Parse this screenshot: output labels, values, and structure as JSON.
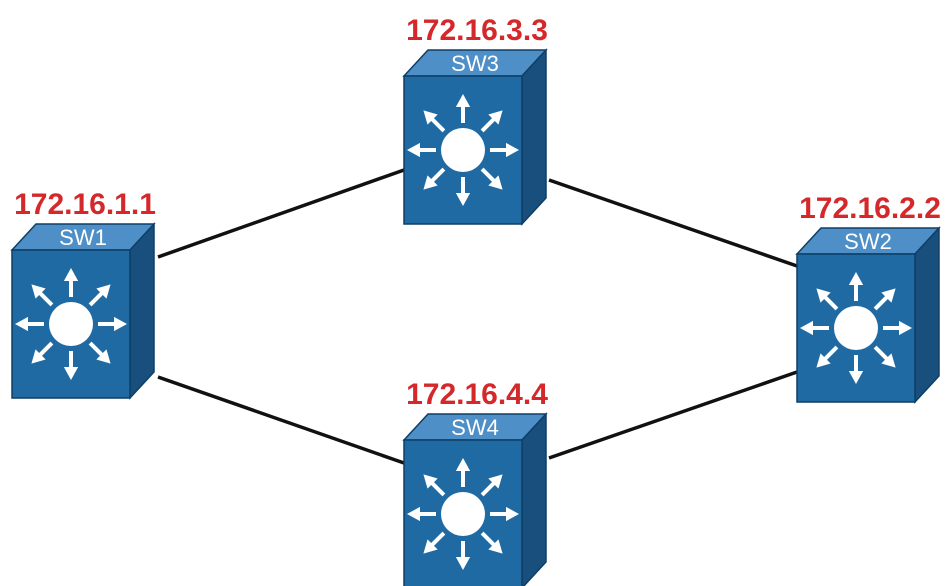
{
  "colors": {
    "ip_label": "#d4282a",
    "switch_front": "#1f6aa3",
    "switch_top": "#4d8fc6",
    "switch_side": "#184f7d",
    "switch_outline": "#0e3f66",
    "link": "#111111",
    "glyph": "#ffffff"
  },
  "icons": {
    "switch": "layer3-switch-icon"
  },
  "switches": [
    {
      "id": "sw1",
      "name": "SW1",
      "ip": "172.16.1.1"
    },
    {
      "id": "sw2",
      "name": "SW2",
      "ip": "172.16.2.2"
    },
    {
      "id": "sw3",
      "name": "SW3",
      "ip": "172.16.3.3"
    },
    {
      "id": "sw4",
      "name": "SW4",
      "ip": "172.16.4.4"
    }
  ],
  "links": [
    {
      "from": "sw1",
      "to": "sw3"
    },
    {
      "from": "sw3",
      "to": "sw2"
    },
    {
      "from": "sw1",
      "to": "sw4"
    },
    {
      "from": "sw4",
      "to": "sw2"
    }
  ]
}
